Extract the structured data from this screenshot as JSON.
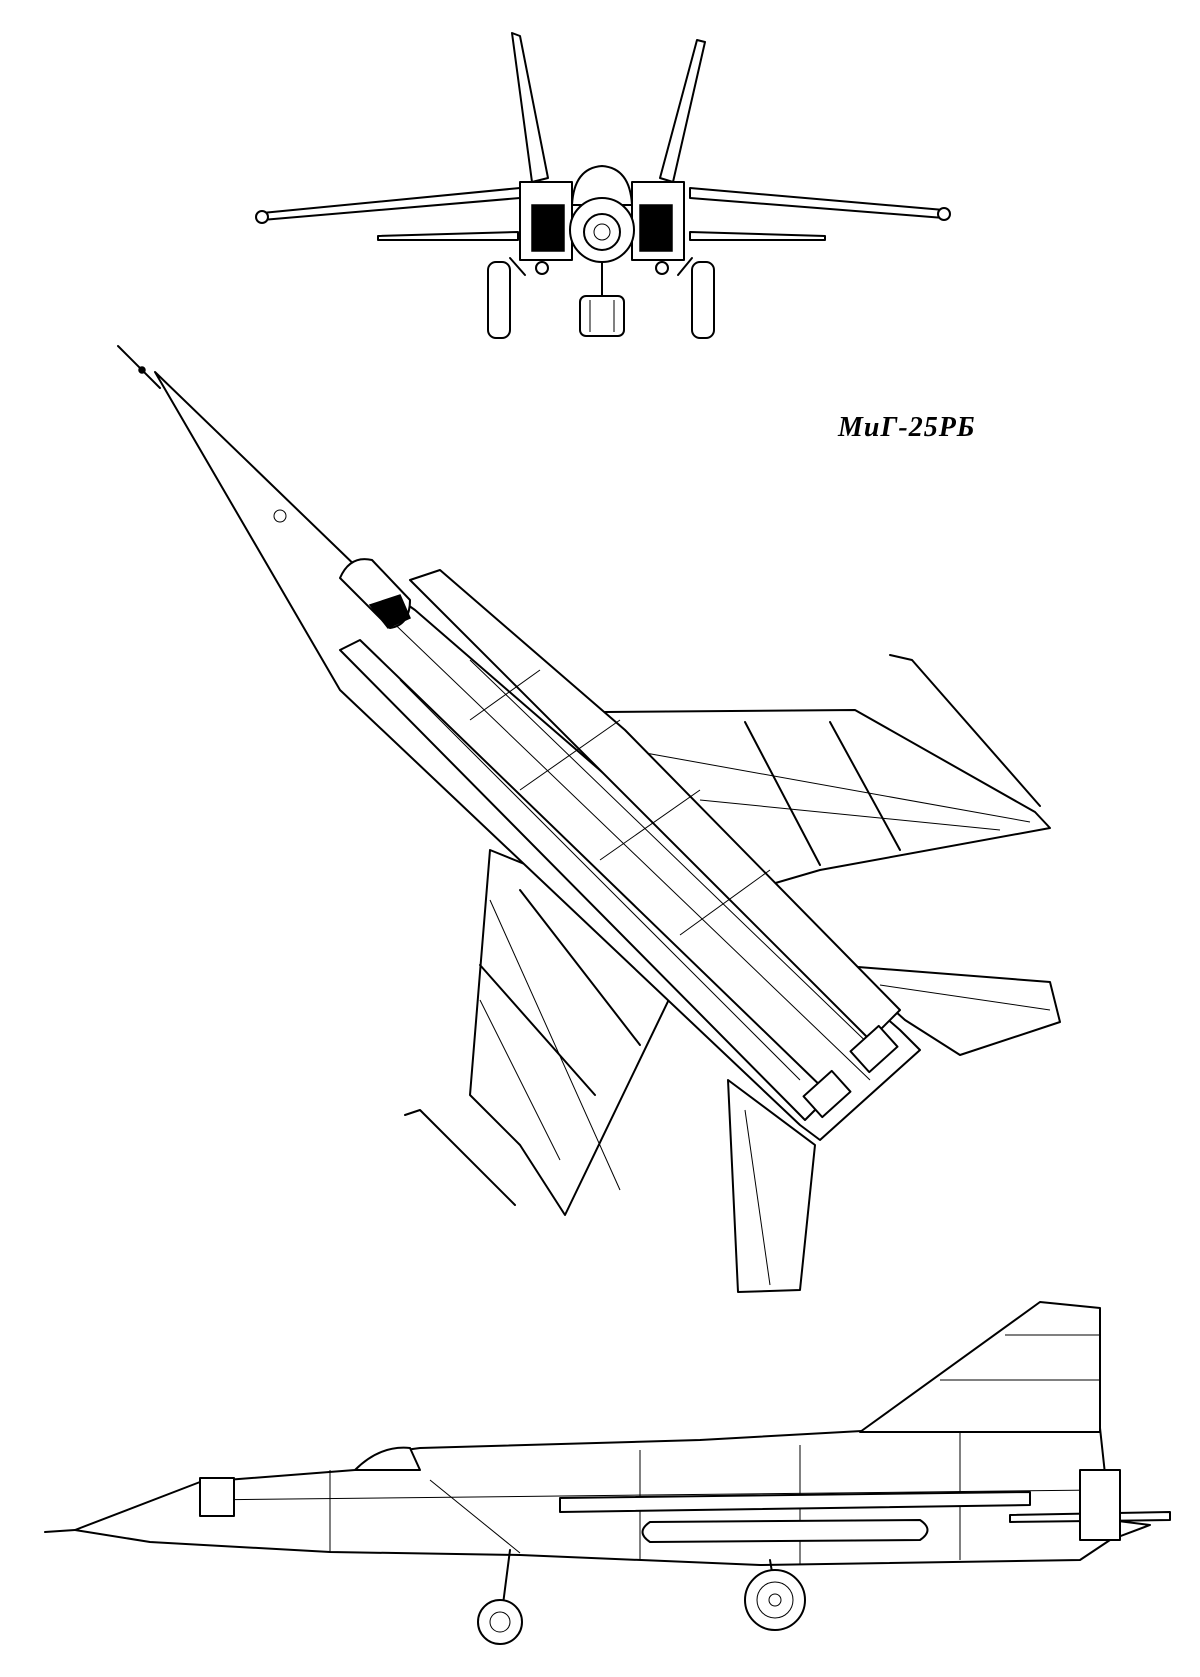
{
  "title": "МиГ-25РБ",
  "colors": {
    "ink": "#000000",
    "paper": "#ffffff"
  },
  "views": [
    "front-view",
    "top-view",
    "side-view"
  ]
}
